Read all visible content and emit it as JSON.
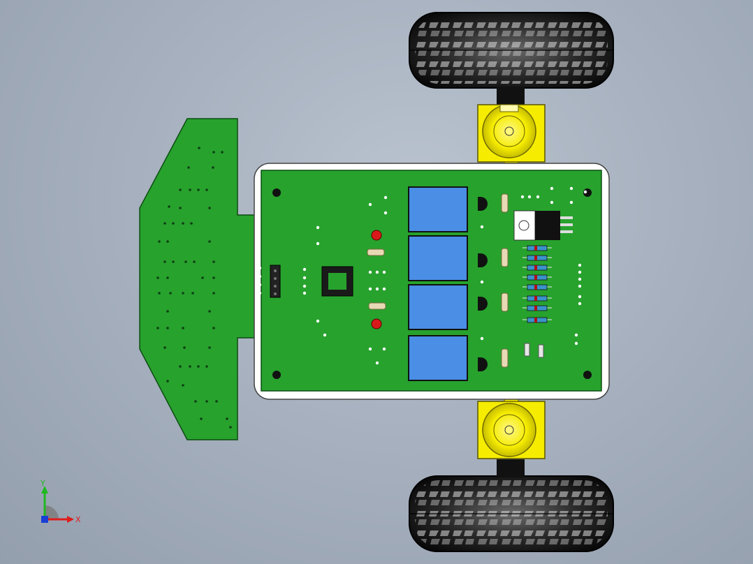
{
  "viewport": {
    "background_color": "#a7b1bf"
  },
  "model": {
    "pcb_color": "#27a22d",
    "pcb_edge_color": "#0c4d12",
    "chassis_color": "#ffffff",
    "motor_color": "#f5ec00",
    "tire_color": "#1b1b1b",
    "relay_color": "#4a8ee6",
    "led_color": "#d91a1a",
    "relay_count": 4,
    "wheel_count": 2
  },
  "triad": {
    "y_label": "Y",
    "x_label": "X",
    "y_color": "#1fb81f",
    "x_color": "#e01b1b",
    "z_color": "#1a3fd6",
    "icons": [
      "y-axis-arrow-icon",
      "x-axis-arrow-icon",
      "z-axis-origin-icon"
    ]
  }
}
